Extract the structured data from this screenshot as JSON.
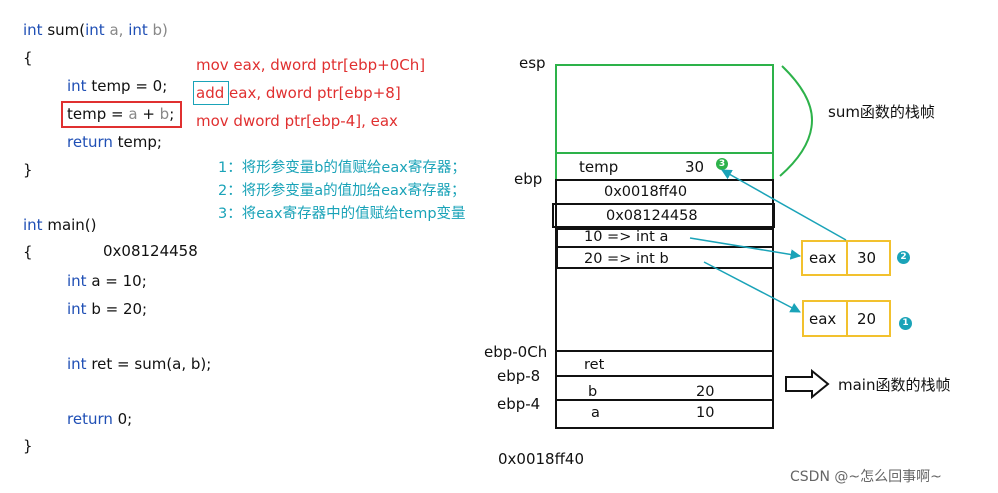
{
  "code_sum": {
    "l1_kw": "int",
    "l1_fn": " sum(",
    "l1_kw2": "int",
    "l1_a": " a, ",
    "l1_kw3": "int",
    "l1_b": " b)",
    "l2": "{",
    "l3_kw": "int",
    "l3_rest": " temp = 0;",
    "l4_a": "temp = ",
    "l4_b": "a",
    "l4_c": " + ",
    "l4_d": "b",
    "l4_e": ";",
    "l5_kw": "return",
    "l5_rest": " temp;",
    "l6": "}"
  },
  "code_main": {
    "l1_kw": "int",
    "l1_rest": " main()",
    "l2": "{",
    "addr": "0x08124458",
    "l3_kw": "int",
    "l3_rest": " a = 10;",
    "l4_kw": "int",
    "l4_rest": " b = 20;",
    "l5_kw": "int",
    "l5_rest": " ret = sum(a, b);",
    "l6_kw": "return",
    "l6_rest": " 0;",
    "l7": "}"
  },
  "asm": {
    "line1": "mov eax, dword ptr[ebp+0Ch]",
    "line2_op": "add",
    "line2_rest": " eax, dword ptr[ebp+8]",
    "line3": "mov dword ptr[ebp-4], eax"
  },
  "notes": {
    "n1": "1：将形参变量b的值赋给eax寄存器；",
    "n2": "2：将形参变量a的值加给eax寄存器；",
    "n3": "3：将eax寄存器中的值赋给temp变量"
  },
  "stack": {
    "esp": "esp",
    "ebp": "ebp",
    "temp_label": "temp",
    "temp_value": "30",
    "frame_sum": "sum函数的栈帧",
    "old_ebp": "0x0018ff40",
    "ret_addr": "0x08124458",
    "arg_a": "10  =>  int a",
    "arg_b": "20  =>  int b",
    "ret_label": "ret",
    "b_label": "b",
    "b_value": "20",
    "a_label": "a",
    "a_value": "10",
    "off_0c": "ebp-0Ch",
    "off_8": "ebp-8",
    "off_4": "ebp-4",
    "frame_main": "main函数的栈帧",
    "bottom_addr": "0x0018ff40"
  },
  "registers": {
    "eax1_name": "eax",
    "eax1_value": "30",
    "eax1_step": "2",
    "eax2_name": "eax",
    "eax2_value": "20",
    "eax2_step": "1",
    "temp_step": "3"
  },
  "watermark": "CSDN @~怎么回事啊~",
  "colors": {
    "green": "#2db24a",
    "red": "#e03030",
    "teal": "#1aa3b8",
    "yellow": "#f2c12e",
    "keyword": "#1f4fb5"
  }
}
